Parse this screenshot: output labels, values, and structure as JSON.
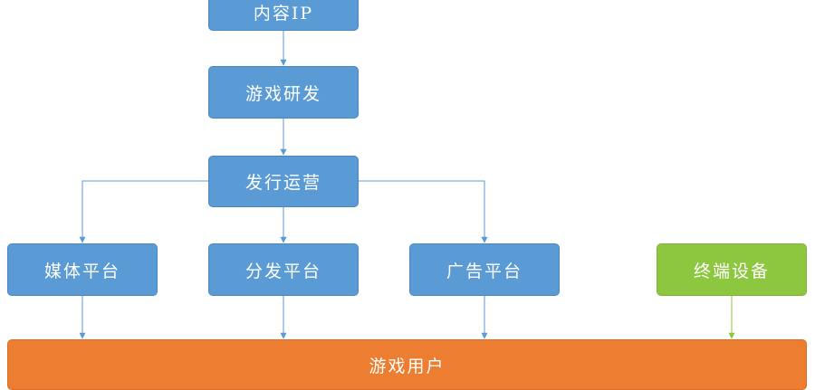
{
  "nodes": {
    "content_ip": "内容IP",
    "game_dev": "游戏研发",
    "publishing": "发行运营",
    "media_platform": "媒体平台",
    "distribution_platform": "分发平台",
    "ad_platform": "广告平台",
    "terminal_device": "终端设备",
    "game_users": "游戏用户"
  },
  "colors": {
    "node_blue": "#5b9bd5",
    "node_green": "#8dc63f",
    "node_orange": "#ed7d31",
    "connector": "#5b9bd5",
    "connector_green": "#8dc63f"
  }
}
